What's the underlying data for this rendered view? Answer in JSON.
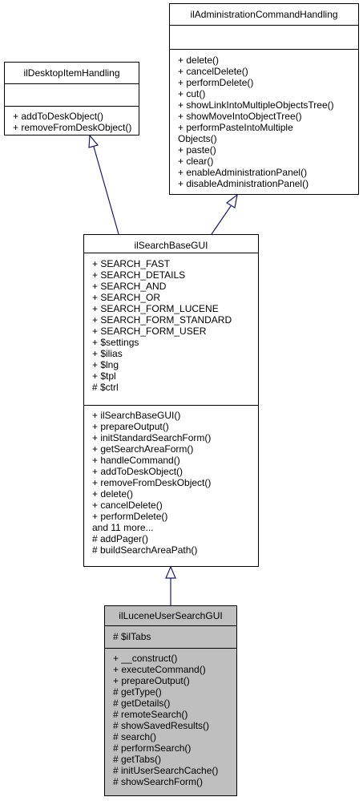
{
  "classes": {
    "admin": {
      "name": "ilAdministrationCommandHandling",
      "attributes": [],
      "methods": [
        "+ delete()",
        "+ cancelDelete()",
        "+ performDelete()",
        "+ cut()",
        "+ showLinkIntoMultipleObjectsTree()",
        "+ showMoveIntoObjectTree()",
        "+ performPasteIntoMultiple",
        "Objects()",
        "+ paste()",
        "+ clear()",
        "+ enableAdministrationPanel()",
        "+ disableAdministrationPanel()"
      ]
    },
    "desktop": {
      "name": "ilDesktopItemHandling",
      "attributes": [],
      "methods": [
        "+ addToDeskObject()",
        "+ removeFromDeskObject()"
      ]
    },
    "base": {
      "name": "ilSearchBaseGUI",
      "attributes": [
        "+ SEARCH_FAST",
        "+ SEARCH_DETAILS",
        "+ SEARCH_AND",
        "+ SEARCH_OR",
        "+ SEARCH_FORM_LUCENE",
        "+ SEARCH_FORM_STANDARD",
        "+ SEARCH_FORM_USER",
        "+ $settings",
        "+ $ilias",
        "+ $lng",
        "+ $tpl",
        "# $ctrl"
      ],
      "methods": [
        "+ ilSearchBaseGUI()",
        "+ prepareOutput()",
        "+ initStandardSearchForm()",
        "+ getSearchAreaForm()",
        "+ handleCommand()",
        "+ addToDeskObject()",
        "+ removeFromDeskObject()",
        "+ delete()",
        "+ cancelDelete()",
        "+ performDelete()",
        "and 11 more...",
        "# addPager()",
        "# buildSearchAreaPath()"
      ]
    },
    "lucene": {
      "name": "ilLuceneUserSearchGUI",
      "attributes": [
        "# $ilTabs"
      ],
      "methods": [
        "+ __construct()",
        "+ executeCommand()",
        "+ prepareOutput()",
        "# getType()",
        "# getDetails()",
        "# remoteSearch()",
        "# showSavedResults()",
        "# search()",
        "# performSearch()",
        "# getTabs()",
        "# initUserSearchCache()",
        "# showSearchForm()"
      ]
    }
  },
  "colors": {
    "edge": "#191970",
    "focus_fill": "#bfbfbf"
  }
}
